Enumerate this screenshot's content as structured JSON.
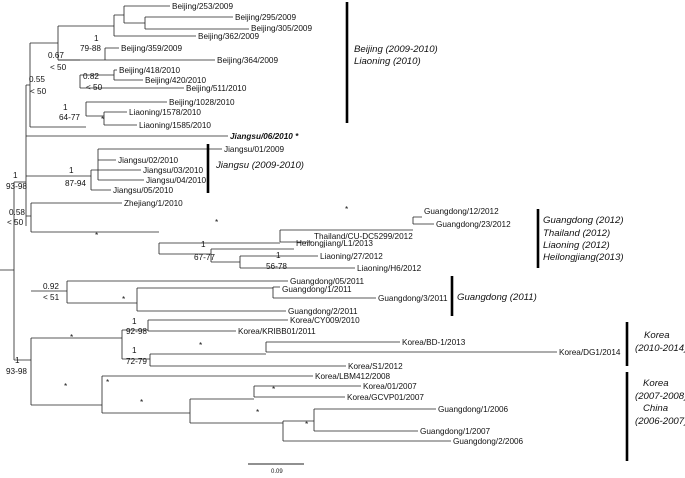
{
  "taxa": [
    {
      "id": "t1",
      "label": "Beijing/253/2009"
    },
    {
      "id": "t2",
      "label": "Beijing/295/2009"
    },
    {
      "id": "t3",
      "label": "Beijing/305/2009"
    },
    {
      "id": "t4",
      "label": "Beijing/362/2009"
    },
    {
      "id": "t5",
      "label": "Beijing/359/2009"
    },
    {
      "id": "t6",
      "label": "Beijing/364/2009"
    },
    {
      "id": "t7",
      "label": "Beijing/418/2010"
    },
    {
      "id": "t8",
      "label": "Beijing/420/2010"
    },
    {
      "id": "t9",
      "label": "Beijing/511/2010"
    },
    {
      "id": "t10",
      "label": "Beijing/1028/2010"
    },
    {
      "id": "t11",
      "label": "Liaoning/1578/2010"
    },
    {
      "id": "t12",
      "label": "Liaoning/1585/2010"
    },
    {
      "id": "t13",
      "label": "Jiangsu/06/2010 *",
      "bold": true
    },
    {
      "id": "t14",
      "label": "Jiangsu/01/2009"
    },
    {
      "id": "t15",
      "label": "Jiangsu/02/2010"
    },
    {
      "id": "t16",
      "label": "Jiangsu/03/2010"
    },
    {
      "id": "t17",
      "label": "Jiangsu/04/2010"
    },
    {
      "id": "t18",
      "label": "Jiangsu/05/2010"
    },
    {
      "id": "t19",
      "label": "Zhejiang/1/2010"
    },
    {
      "id": "t20",
      "label": "Guangdong/12/2012"
    },
    {
      "id": "t21",
      "label": "Guangdong/23/2012"
    },
    {
      "id": "t22",
      "label": "Thailand/CU-DC5299/2012",
      "color": "#1a8a1a"
    },
    {
      "id": "t23",
      "label": "Heilongjiang/L1/2013"
    },
    {
      "id": "t24",
      "label": "Liaoning/27/2012"
    },
    {
      "id": "t25",
      "label": "Liaoning/H6/2012"
    },
    {
      "id": "t26",
      "label": "Guangdong/05/2011"
    },
    {
      "id": "t27",
      "label": "Guangdong/1/2011"
    },
    {
      "id": "t28",
      "label": "Guangdong/3/2011"
    },
    {
      "id": "t29",
      "label": "Guangdong/2/2011"
    },
    {
      "id": "t30",
      "label": "Korea/CY009/2010",
      "color": "#1f2ee0"
    },
    {
      "id": "t31",
      "label": "Korea/KRIBB01/2011",
      "color": "#1f2ee0"
    },
    {
      "id": "t32",
      "label": "Korea/BD-1/2013",
      "color": "#e01a1a"
    },
    {
      "id": "t33",
      "label": "Korea/DG1/2014",
      "color": "#e01a1a"
    },
    {
      "id": "t34",
      "label": "Korea/S1/2012",
      "color": "#1f2ee0"
    },
    {
      "id": "t35",
      "label": "Korea/LBM412/2008",
      "color": "#1f2ee0"
    },
    {
      "id": "t36",
      "label": "Korea/01/2007",
      "color": "#1f2ee0"
    },
    {
      "id": "t37",
      "label": "Korea/GCVP01/2007",
      "color": "#1f2ee0"
    },
    {
      "id": "t38",
      "label": "Guangdong/1/2006"
    },
    {
      "id": "t39",
      "label": "Guangdong/1/2007"
    },
    {
      "id": "t40",
      "label": "Guangdong/2/2006"
    }
  ],
  "support": [
    {
      "id": "s1",
      "text": "1"
    },
    {
      "id": "s2",
      "text": "79-88"
    },
    {
      "id": "s3",
      "text": "0.67"
    },
    {
      "id": "s4",
      "text": "< 50"
    },
    {
      "id": "s5",
      "text": "0.82"
    },
    {
      "id": "s6",
      "text": "< 50"
    },
    {
      "id": "s7",
      "text": "0.55"
    },
    {
      "id": "s8",
      "text": "< 50"
    },
    {
      "id": "s9",
      "text": "1"
    },
    {
      "id": "s10",
      "text": "64-77"
    },
    {
      "id": "s11",
      "text": "*"
    },
    {
      "id": "s12",
      "text": "1"
    },
    {
      "id": "s13",
      "text": "87-94"
    },
    {
      "id": "s14",
      "text": "1"
    },
    {
      "id": "s15",
      "text": "93-98"
    },
    {
      "id": "s16",
      "text": "0.58"
    },
    {
      "id": "s17",
      "text": "< 50"
    },
    {
      "id": "s18",
      "text": "*"
    },
    {
      "id": "s19",
      "text": "*"
    },
    {
      "id": "s20",
      "text": "*"
    },
    {
      "id": "s21",
      "text": "1"
    },
    {
      "id": "s22",
      "text": "67-77"
    },
    {
      "id": "s23",
      "text": "1"
    },
    {
      "id": "s24",
      "text": "56-78"
    },
    {
      "id": "s25",
      "text": "0.92"
    },
    {
      "id": "s26",
      "text": "< 51"
    },
    {
      "id": "s27",
      "text": "*"
    },
    {
      "id": "s28",
      "text": "*"
    },
    {
      "id": "s29",
      "text": "1"
    },
    {
      "id": "s30",
      "text": "92-98"
    },
    {
      "id": "s31",
      "text": "1"
    },
    {
      "id": "s32",
      "text": "72-79"
    },
    {
      "id": "s33",
      "text": "*"
    },
    {
      "id": "s34",
      "text": "1"
    },
    {
      "id": "s35",
      "text": "93-98"
    },
    {
      "id": "s36",
      "text": "*"
    },
    {
      "id": "s37",
      "text": "*"
    },
    {
      "id": "s38",
      "text": "*"
    },
    {
      "id": "s39",
      "text": "*"
    },
    {
      "id": "s40",
      "text": "*"
    },
    {
      "id": "s41",
      "text": "*"
    }
  ],
  "clades": [
    {
      "id": "c1",
      "lines": [
        "Beijing (2009-2010)",
        "Liaoning (2010)"
      ]
    },
    {
      "id": "c2",
      "lines": [
        "Jiangsu (2009-2010)"
      ]
    },
    {
      "id": "c3",
      "lines": [
        "Guangdong (2012)",
        "Thailand (2012)",
        "Liaoning (2012)",
        "Heilongjiang(2013)"
      ]
    },
    {
      "id": "c4",
      "lines": [
        "Guangdong (2011)"
      ]
    },
    {
      "id": "c5",
      "lines": [
        "Korea",
        "(2010-2014)"
      ]
    },
    {
      "id": "c6",
      "lines": [
        "Korea",
        "(2007-2008)",
        "China",
        "(2006-2007)"
      ]
    }
  ],
  "scale_bar": {
    "label": "0.09"
  }
}
